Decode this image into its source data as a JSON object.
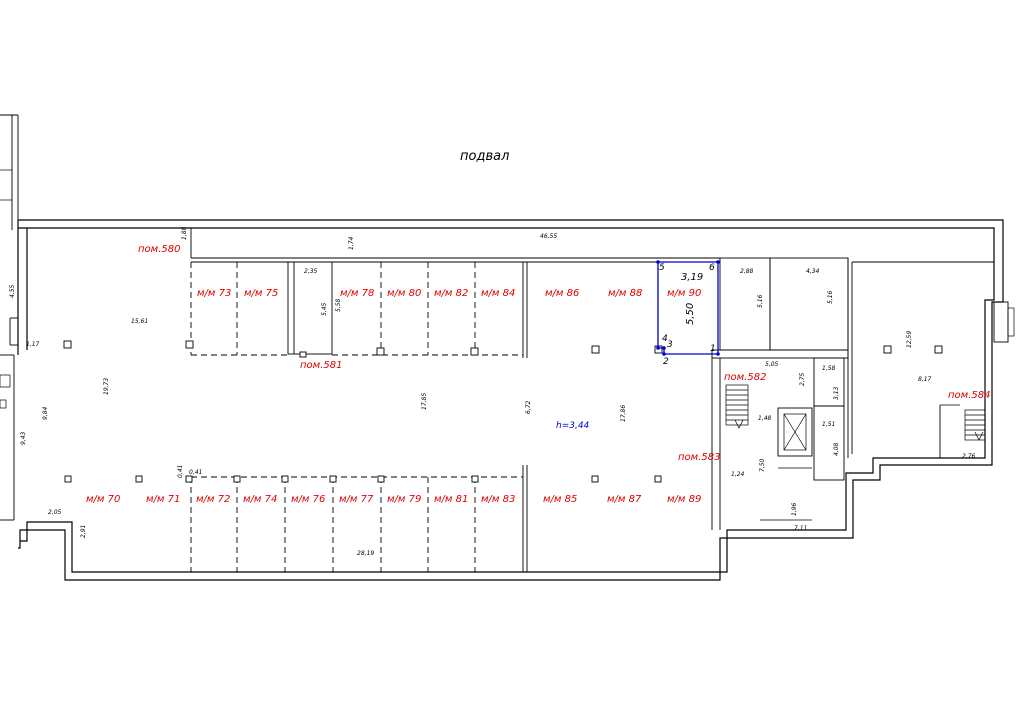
{
  "floor": {
    "title": "подвал",
    "height_label": "h=3,44"
  },
  "rooms": {
    "r580": "пом.580",
    "r581": "пом.581",
    "r582": "пом.582",
    "r583": "пом.583",
    "r584": "пом.584"
  },
  "spaces_top": [
    "м/м 73",
    "м/м 75",
    "м/м 78",
    "м/м 80",
    "м/м 82",
    "м/м 84",
    "м/м 86",
    "м/м 88",
    "м/м 90"
  ],
  "spaces_bottom": [
    "м/м 70",
    "м/м 71",
    "м/м 72",
    "м/м 74",
    "м/м 76",
    "м/м 77",
    "м/м 79",
    "м/м 81",
    "м/м 83",
    "м/м 85",
    "м/м 87",
    "м/м 89"
  ],
  "selection": {
    "width": "3,19",
    "length": "5,50",
    "points": [
      "1",
      "2",
      "3",
      "4",
      "5",
      "6"
    ]
  },
  "dims": {
    "d4655": "46,55",
    "d188": "1,88",
    "d174": "1,74",
    "d235": "2,35",
    "d545": "5,45",
    "d558": "5,58",
    "d455": "4,55",
    "d1561": "15,61",
    "d117": "1,17",
    "d1973": "19,73",
    "d984": "9,84",
    "d943": "9,43",
    "d1785": "17,85",
    "d672": "6,72",
    "d1786": "17,86",
    "d288": "2,88",
    "d434": "4,34",
    "d516a": "5,16",
    "d516b": "5,16",
    "d505": "5,05",
    "d275": "2,75",
    "d158": "1,58",
    "d313": "3,13",
    "d148": "1,48",
    "d151": "1,51",
    "d408": "4,08",
    "d750": "7,50",
    "d124": "1,24",
    "d196": "1,96",
    "d711": "7,11",
    "d1259": "12,59",
    "d817": "8,17",
    "d276": "2,76",
    "d041a": "0,41",
    "d041b": "0,41",
    "d205": "2,05",
    "d291": "2,91",
    "d2819": "28,19"
  }
}
